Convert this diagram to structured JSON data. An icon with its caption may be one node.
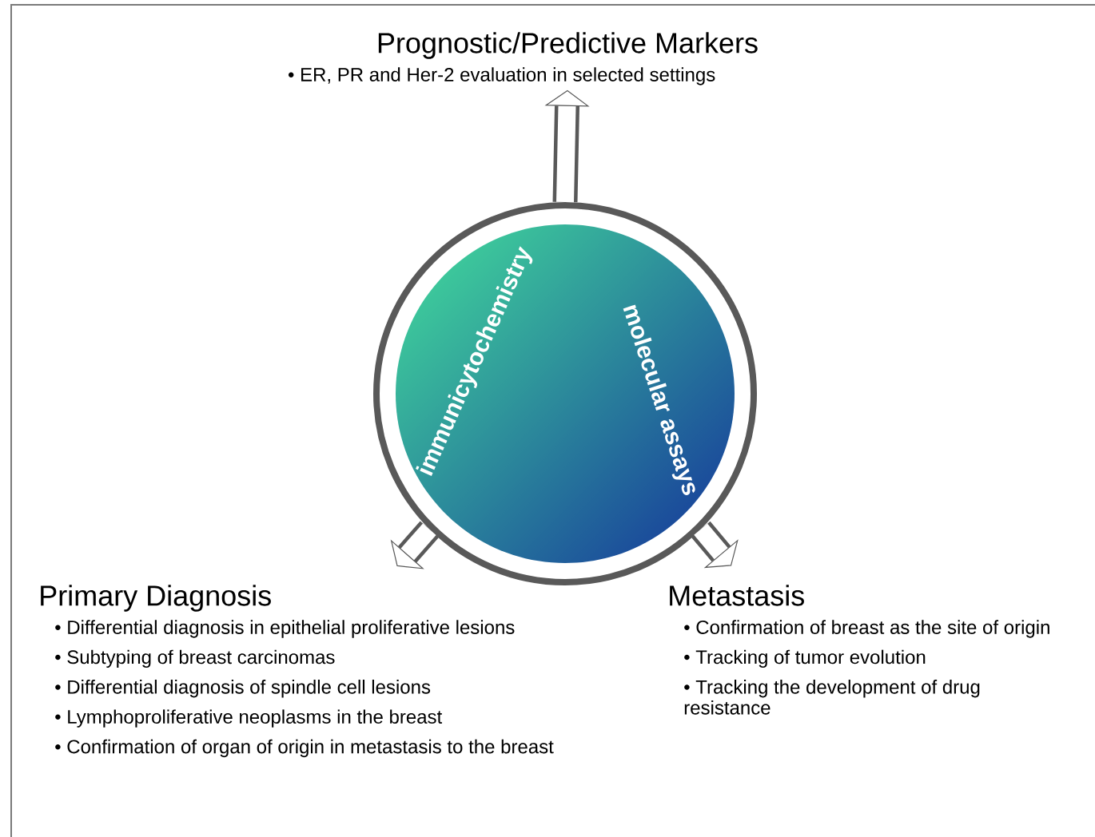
{
  "diagram": {
    "nodes": [
      {
        "text": [
          "immunicytochemistry",
          "molecular assays"
        ]
      },
      {
        "text": [
          "Prognostic/Predictive Markers",
          "• ER, PR and Her-2 evaluation in selected settings"
        ]
      },
      {
        "text": [
          "Primary Diagnosis",
          "• Differential diagnosis in epithelial proliferative lesions",
          "• Subtyping of breast carcinomas",
          "• Differential diagnosis of spindle cell lesions",
          "• Lymphoproliferative neoplasms in the breast",
          "• Confirmation of organ of origin in metastasis to the breast"
        ]
      },
      {
        "text": [
          "Metastasis",
          "• Confirmation of breast as the site of origin",
          "• Tracking of tumor evolution",
          "• Tracking the development of drug resistance"
        ]
      }
    ],
    "edges": [
      {
        "from": 0,
        "to": 1,
        "arrow": "to"
      },
      {
        "from": 0,
        "to": 2,
        "arrow": "to"
      },
      {
        "from": 0,
        "to": 3,
        "arrow": "to"
      }
    ]
  }
}
